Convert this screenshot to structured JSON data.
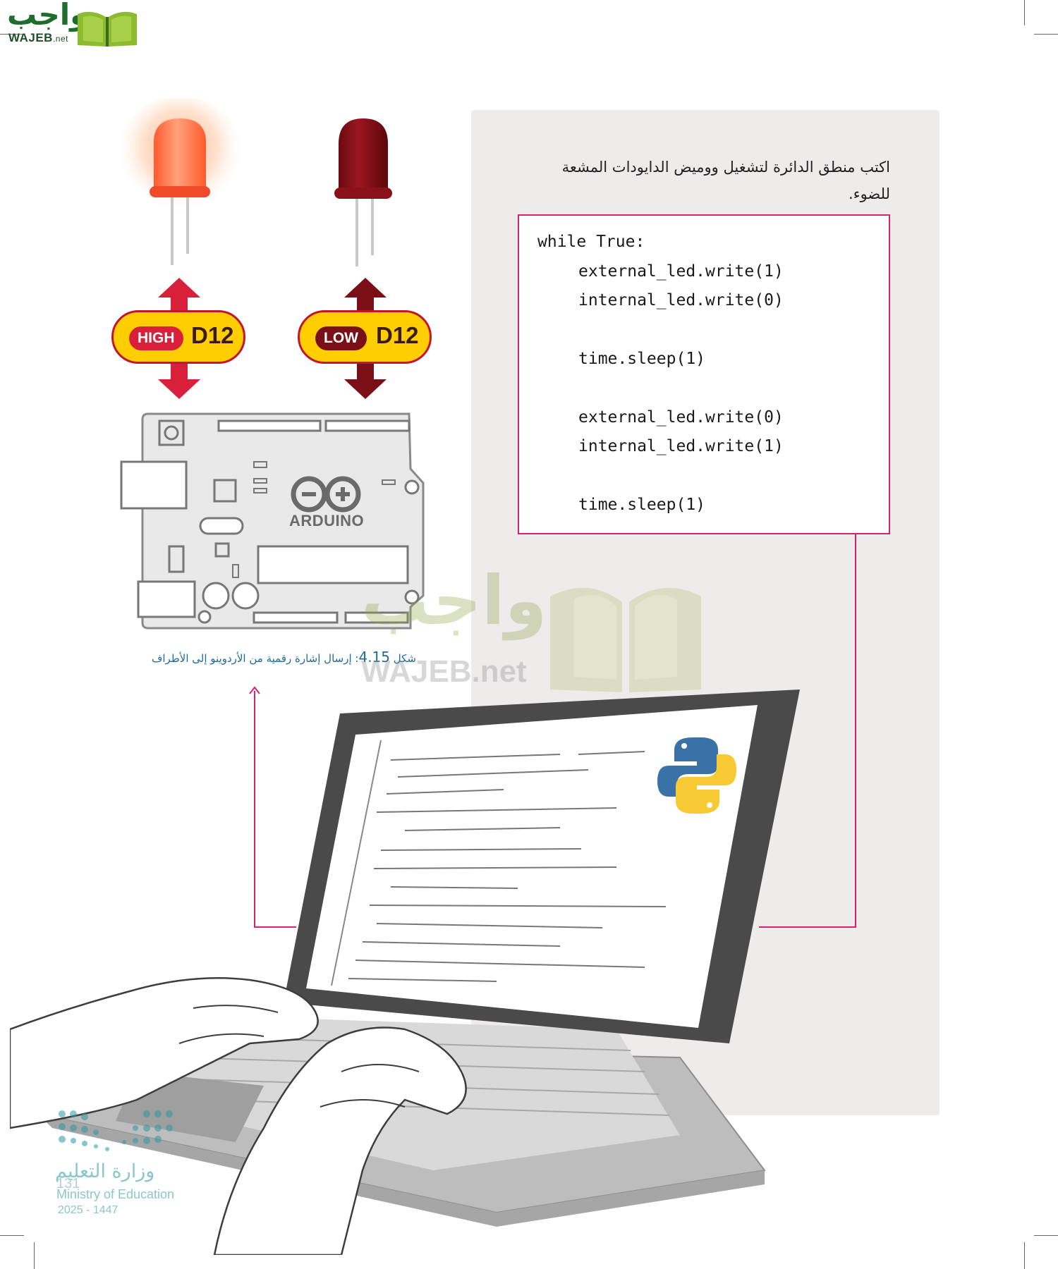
{
  "logo": {
    "arabic": "واجب",
    "latin": "WAJEB",
    "suffix": ".net"
  },
  "exercise": {
    "instruction": "اكتب منطق الدائرة لتشغيل ووميض الدايودات المشعة للضوء.",
    "code": [
      "while True:",
      "external_led.write(1)",
      "internal_led.write(0)",
      "time.sleep(1)",
      "external_led.write(0)",
      "internal_led.write(1)",
      "time.sleep(1)"
    ]
  },
  "pins": [
    {
      "state": "HIGH",
      "pin": "D12",
      "led_color": "#ff6a3d"
    },
    {
      "state": "LOW",
      "pin": "D12",
      "led_color": "#7a0a12"
    }
  ],
  "board": {
    "brand": "ARDUINO"
  },
  "caption": {
    "prefix": "شكل",
    "number": "4.15",
    "text": ": إرسال إشارة رقمية من الأردوينو إلى الأطراف"
  },
  "watermark": {
    "arabic": "واجب",
    "latin": "WAJEB.net"
  },
  "ministry": {
    "arabic": "وزارة التعليم",
    "english": "Ministry of Education",
    "year": "2025 - 1447",
    "page_number": "131"
  },
  "colors": {
    "accent": "#d6236f",
    "panel": "#eeebeb",
    "pill": "#ffce00",
    "pill_border": "#c4152e",
    "high_arrow": "#d9203a",
    "low_arrow": "#7a0f17"
  }
}
